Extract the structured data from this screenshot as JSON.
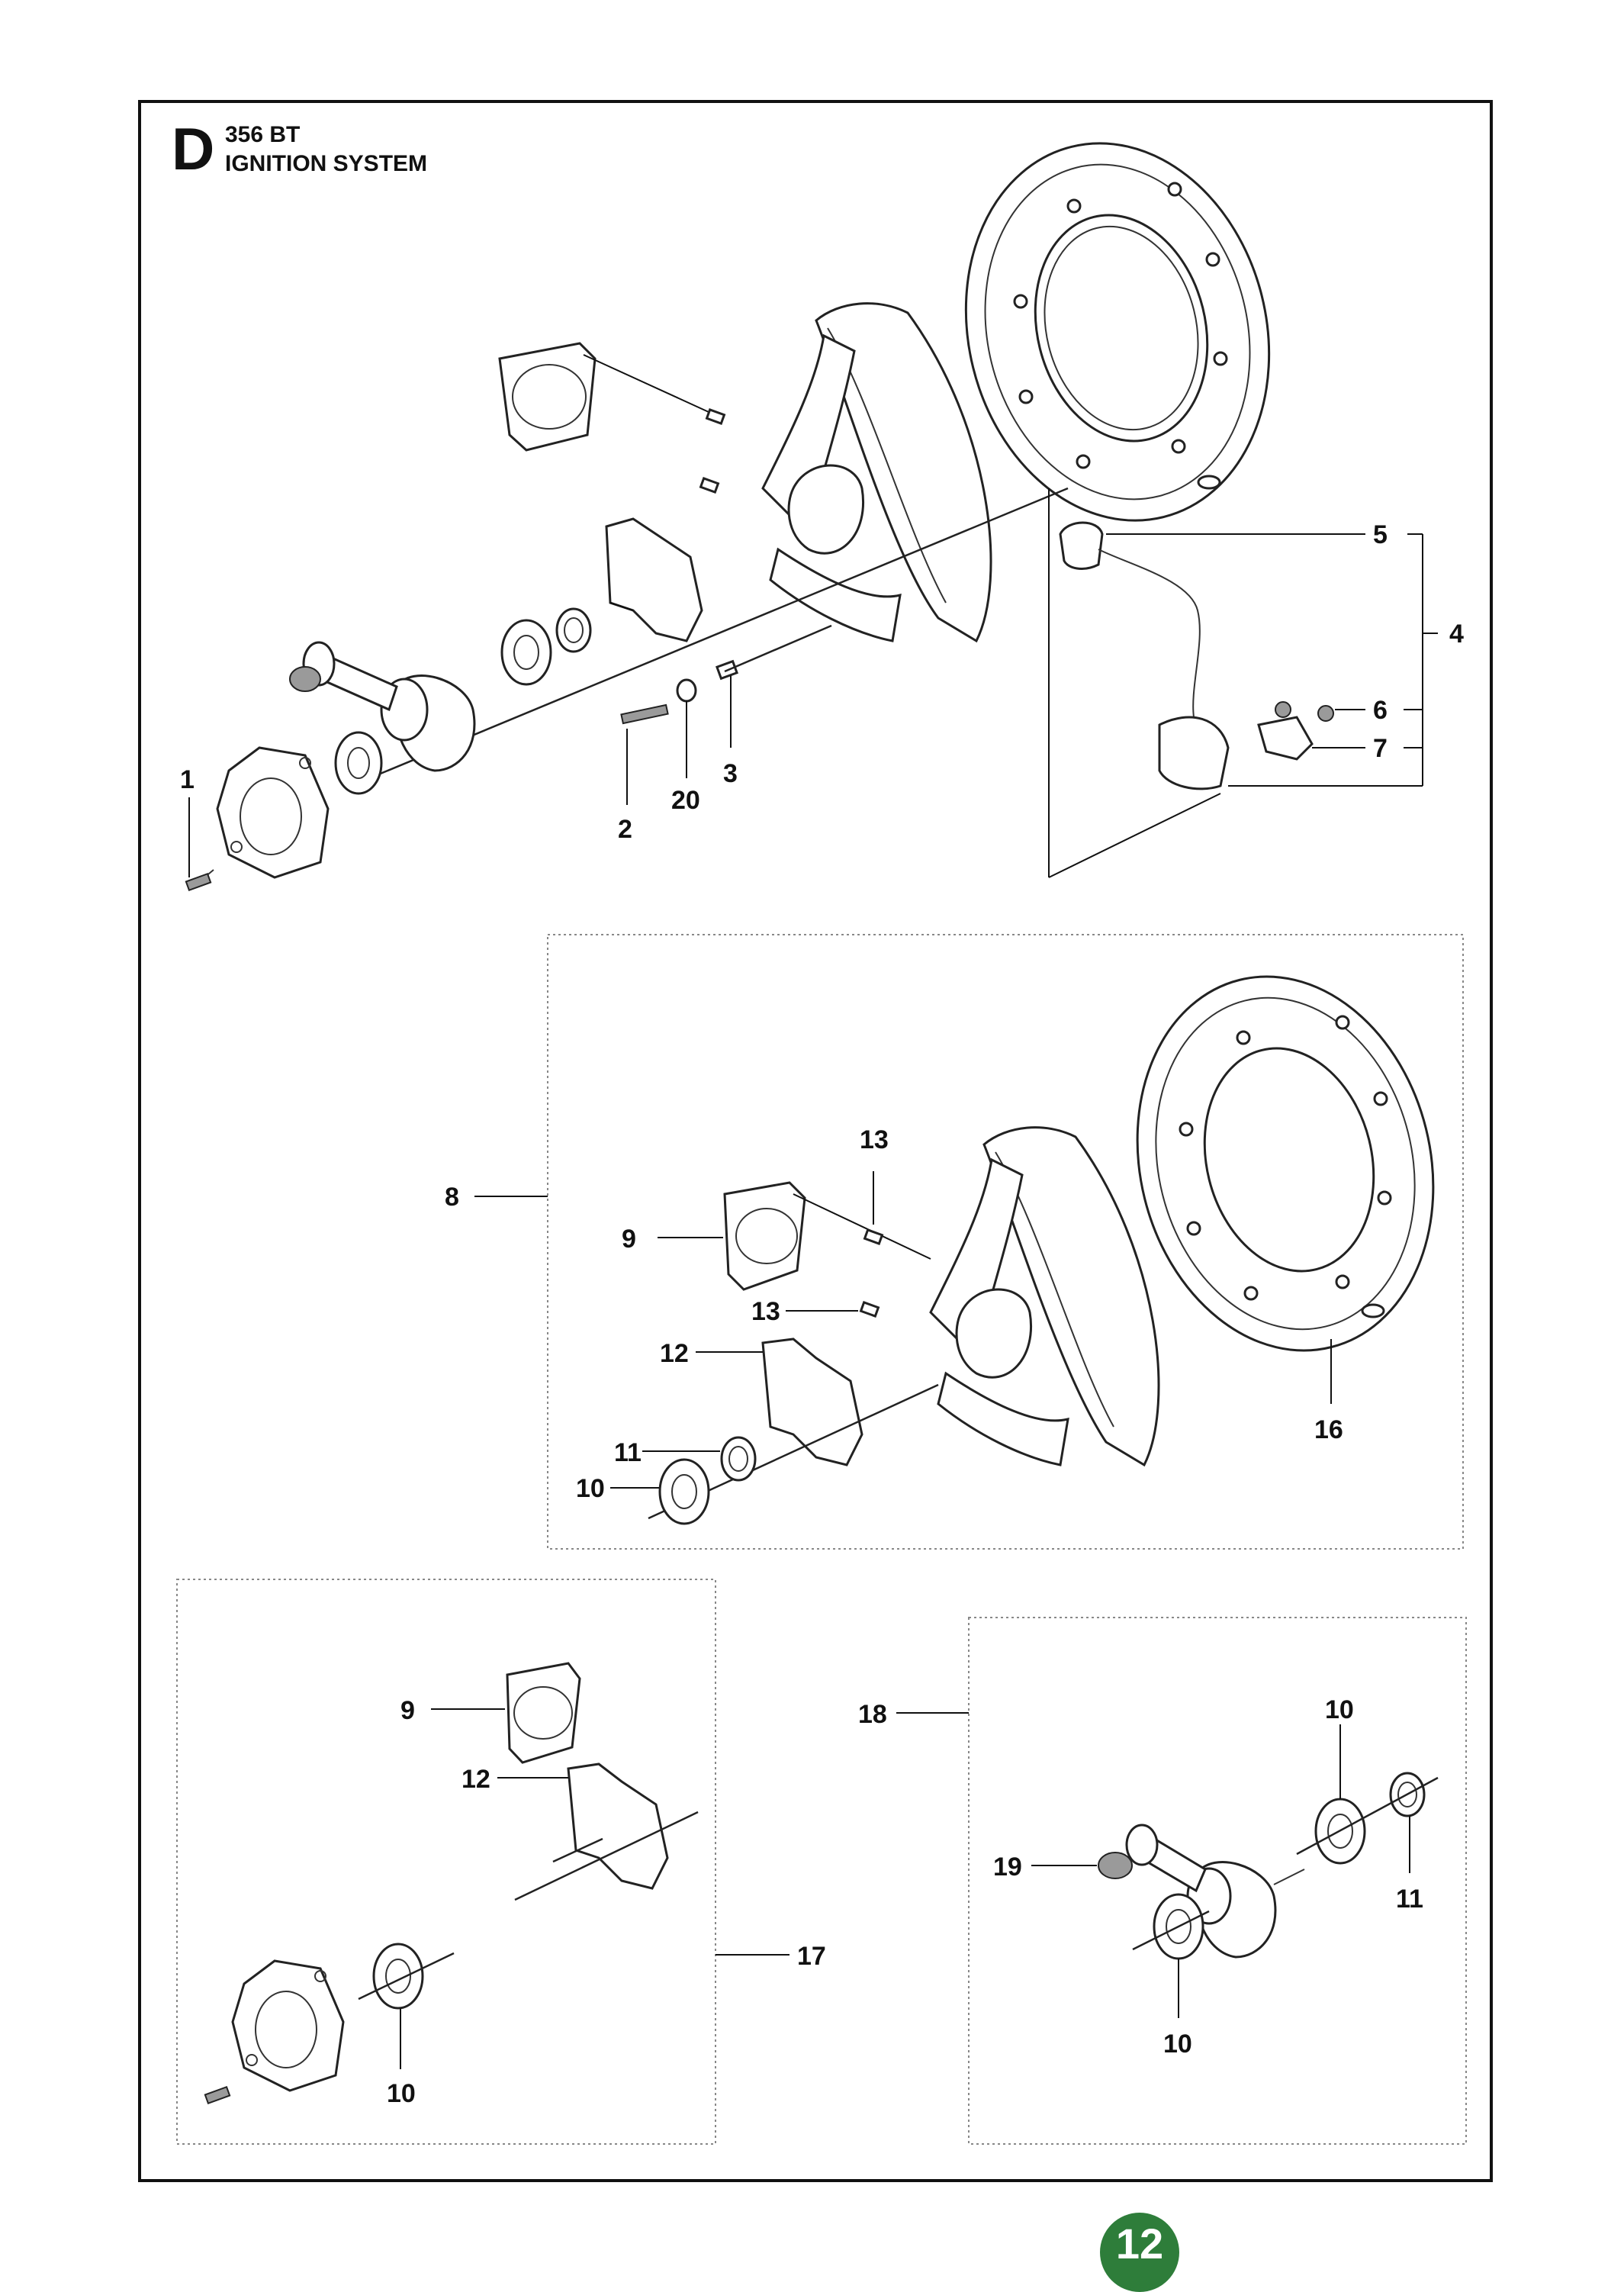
{
  "header": {
    "section_letter": "D",
    "model": "356 BT",
    "section_title": "IGNITION SYSTEM"
  },
  "callouts": {
    "main": {
      "c1": "1",
      "c2": "2",
      "c3": "3",
      "c20": "20",
      "c5": "5",
      "c4": "4",
      "c6": "6",
      "c7": "7"
    },
    "kit8": {
      "c8": "8",
      "c9": "9",
      "c13a": "13",
      "c13b": "13",
      "c12": "12",
      "c11": "11",
      "c10": "10",
      "c16": "16"
    },
    "kit17": {
      "c9": "9",
      "c12": "12",
      "c10": "10",
      "c17": "17"
    },
    "kit18": {
      "c18": "18",
      "c10a": "10",
      "c19": "19",
      "c11": "11",
      "c10b": "10"
    }
  },
  "page": {
    "number": "12",
    "badge_color": "#2e7d3a"
  }
}
